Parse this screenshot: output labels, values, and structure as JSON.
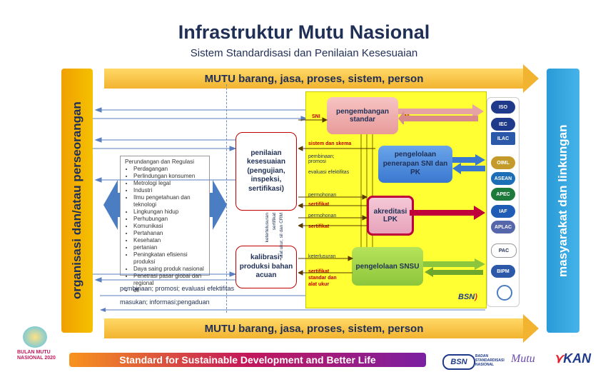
{
  "header": {
    "title": "Infrastruktur Mutu Nasional",
    "subtitle": "Sistem Standardisasi dan Penilaian Kesesuaian"
  },
  "banners": {
    "top": "MUTU barang, jasa, proses, sistem, person",
    "bottom": "MUTU barang, jasa, proses, sistem, person"
  },
  "sides": {
    "left": "organisasi dan/atau perseorangan",
    "right": "masyarakat dan linkungan"
  },
  "regulations": {
    "heading": "Perundangan dan Regulasi",
    "items": [
      "Perdagangan",
      "Perlindungan konsumen",
      "Metrologi legal",
      "Industri",
      "Ilmu pengetahuan dan teknologi",
      "Lingkungan hidup",
      "Perhubungan",
      "Komunikasi",
      "Pertahanan",
      "Kesehatan",
      "pertanian",
      "Peningkatan efisiensi produksi",
      "Daya saing produk nasional",
      "Penetrasi pasar global dan regional",
      "dll"
    ]
  },
  "boxes": {
    "penilaian": "penilaian kesesuaian (pengujian, inspeksi, sertifikasi)",
    "kalibrasi": "kalibrasi; produksi bahan acuan",
    "pengembangan": "pengembangan standar",
    "pengelolaan_sni": "pengelolaan penerapan SNI dan PK",
    "akreditasi": "akreditasi LPK",
    "sngsu": "pengelolaan SNSU"
  },
  "flow_labels": {
    "sni_left": "SNI",
    "sni_right": "SNI",
    "sistem_skema": "sistem dan skema",
    "pembinaan_promosi": "pembinaan; promosi",
    "evaluasi": "evaluasi efektifitas",
    "permohonan1": "permohonan",
    "sertifikat1": "sertifikat",
    "permohonan2": "permohonan",
    "sertifikat2": "sertifikat",
    "keterlusuran": "keterlusuran",
    "sertifikat_standar": "sertifikat standar dan alat ukur",
    "keterlusuran_v": "ketertelusuran",
    "sertifikat_v1": "sertifikat",
    "sertifikat_v2": "alat ukur, sil dan CRM"
  },
  "bottom_flows": {
    "pembinaan": "pembinaan; promosi; evaluasi efektifitas",
    "masukan": "masukan; informasi;pengaduan"
  },
  "panel_logo": "BSN",
  "logos": [
    "ISO",
    "IEC",
    "ILAC",
    "APEC",
    "IAF",
    "BIPM",
    "PAC",
    "OIML",
    "ASEAN",
    "APLAC"
  ],
  "footer": {
    "event_line1": "BULAN MUTU",
    "event_line2": "NASIONAL 2020",
    "tagline": "Standard for Sustainable Development and Better Life",
    "logo_bsn": "BSN",
    "logo_bsn_sub": "BADAN STANDARDISASI NASIONAL",
    "logo_mutu": "Mutu",
    "logo_kan": "KAN"
  }
}
